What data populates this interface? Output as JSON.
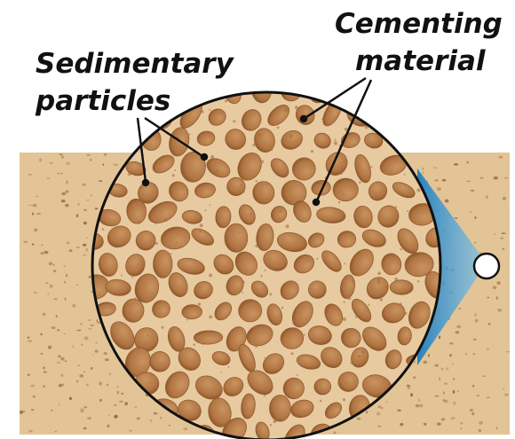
{
  "labels": {
    "particles_line1": "Sedimentary",
    "particles_line2": "particles",
    "cement_line1": "Cementing",
    "cement_line2": "material"
  },
  "colors": {
    "sand_background": "#e3c496",
    "grain_fill": "#b77d4a",
    "grain_shadow": "#8e5a30",
    "cement_matrix": "#e8caa0",
    "magnifier_cone": "#2f9ad6",
    "outline": "#111111"
  },
  "icons": {
    "magnifier": "magnifier-circle-icon"
  }
}
